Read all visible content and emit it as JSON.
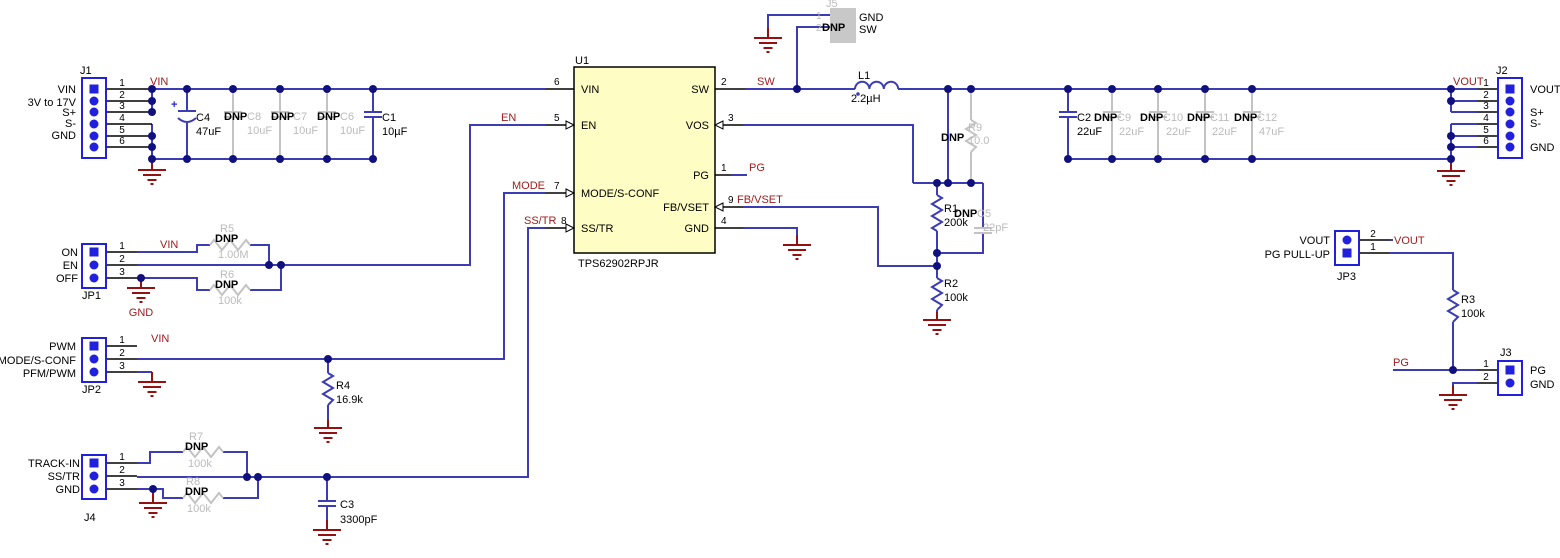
{
  "schematic": {
    "ic": {
      "ref": "U1",
      "part": "TPS62902RPJR",
      "pins": {
        "vin": {
          "num": "6",
          "name": "VIN"
        },
        "en": {
          "num": "5",
          "name": "EN"
        },
        "mode": {
          "num": "7",
          "name": "MODE/S-CONF"
        },
        "sstr": {
          "num": "8",
          "name": "SS/TR"
        },
        "sw": {
          "num": "2",
          "name": "SW"
        },
        "vos": {
          "num": "3",
          "name": "VOS"
        },
        "pg": {
          "num": "1",
          "name": "PG"
        },
        "fb": {
          "num": "9",
          "name": "FB/VSET"
        },
        "gnd": {
          "num": "4",
          "name": "GND"
        }
      }
    },
    "nets": {
      "vin": "VIN",
      "vout": "VOUT",
      "sw": "SW",
      "en": "EN",
      "mode": "MODE",
      "sstr": "SS/TR",
      "pg": "PG",
      "fb": "FB/VSET",
      "gnd": "GND"
    },
    "connectors": {
      "j1": {
        "ref": "J1",
        "nums": [
          "1",
          "2",
          "3",
          "4",
          "5",
          "6"
        ],
        "labels": [
          "VIN",
          "3V to 17V",
          "S+",
          "S-",
          "GND"
        ]
      },
      "j2": {
        "ref": "J2",
        "nums": [
          "1",
          "2",
          "3",
          "4",
          "5",
          "6"
        ],
        "labels": [
          "VOUT",
          "S+",
          "S-",
          "GND"
        ]
      },
      "j3": {
        "ref": "J3",
        "nums": [
          "1",
          "2"
        ],
        "labels": [
          "PG",
          "GND"
        ]
      },
      "j4": {
        "ref": "J4",
        "nums": [
          "1",
          "2",
          "3"
        ],
        "labels": [
          "TRACK-IN",
          "SS/TR",
          "GND"
        ]
      },
      "j5": {
        "ref": "J5",
        "nums": [
          "1",
          "2"
        ],
        "dnp": "DNP",
        "labels": [
          "GND",
          "SW"
        ]
      },
      "jp1": {
        "ref": "JP1",
        "nums": [
          "1",
          "2",
          "3"
        ],
        "labels": [
          "ON",
          "EN",
          "OFF"
        ]
      },
      "jp2": {
        "ref": "JP2",
        "nums": [
          "1",
          "2",
          "3"
        ],
        "labels": [
          "PWM",
          "MODE/S-CONF",
          "PFM/PWM"
        ]
      },
      "jp3": {
        "ref": "JP3",
        "nums": [
          "2",
          "1"
        ],
        "labels": [
          "VOUT",
          "PG PULL-UP"
        ]
      }
    },
    "parts": {
      "c1": {
        "ref": "C1",
        "value": "10µF"
      },
      "c2": {
        "ref": "C2",
        "value": "22uF"
      },
      "c3": {
        "ref": "C3",
        "value": "3300pF"
      },
      "c4": {
        "ref": "C4",
        "value": "47uF",
        "plus": "+"
      },
      "c5": {
        "ref": "C5",
        "value": "22pF",
        "dnp": "DNP"
      },
      "c6": {
        "ref": "C6",
        "value": "10uF",
        "dnp": "DNP"
      },
      "c7": {
        "ref": "C7",
        "value": "10uF",
        "dnp": "DNP"
      },
      "c8": {
        "ref": "C8",
        "value": "10uF",
        "dnp": "DNP"
      },
      "c9": {
        "ref": "C9",
        "value": "22uF",
        "dnp": "DNP"
      },
      "c10": {
        "ref": "C10",
        "value": "22uF",
        "dnp": "DNP"
      },
      "c11": {
        "ref": "C11",
        "value": "22uF",
        "dnp": "DNP"
      },
      "c12": {
        "ref": "C12",
        "value": "47uF",
        "dnp": "DNP"
      },
      "r1": {
        "ref": "R1",
        "value": "200k"
      },
      "r2": {
        "ref": "R2",
        "value": "100k"
      },
      "r3": {
        "ref": "R3",
        "value": "100k"
      },
      "r4": {
        "ref": "R4",
        "value": "16.9k"
      },
      "r5": {
        "ref": "R5",
        "value": "1.00M",
        "dnp": "DNP"
      },
      "r6": {
        "ref": "R6",
        "value": "100k",
        "dnp": "DNP"
      },
      "r7": {
        "ref": "R7",
        "value": "100k",
        "dnp": "DNP"
      },
      "r8": {
        "ref": "R8",
        "value": "100k",
        "dnp": "DNP"
      },
      "r9": {
        "ref": "R9",
        "value": "10.0",
        "dnp": "DNP"
      },
      "l1": {
        "ref": "L1",
        "value": "2.2µH"
      }
    },
    "colors": {
      "wire": "#3C3CB4",
      "junction": "#10107E",
      "connector": "#2121DD",
      "net_label": "#9E1A1A",
      "ground": "#941111",
      "dnp_gray": "#BBBBBB",
      "ic_fill": "#FDFDC4"
    }
  }
}
